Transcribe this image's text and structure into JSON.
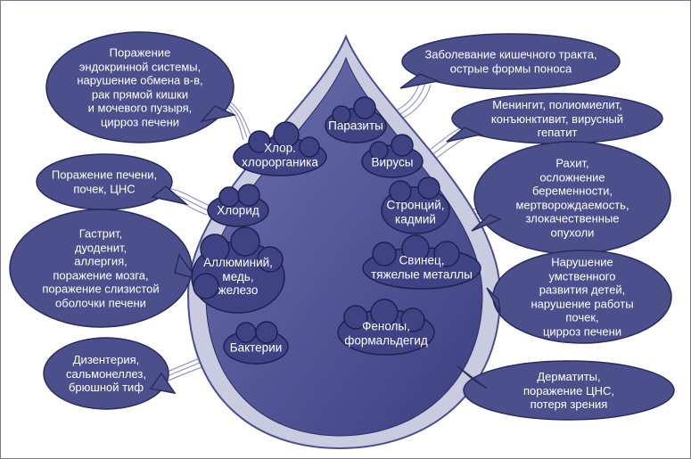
{
  "contaminants": [
    {
      "id": "parasites",
      "text": "Паразиты"
    },
    {
      "id": "chlor-org",
      "text": "Хлор.\nхлорорганика"
    },
    {
      "id": "viruses",
      "text": "Вирусы"
    },
    {
      "id": "chloride",
      "text": "Хлорид"
    },
    {
      "id": "strontium",
      "text": "Стронций,\nкадмий"
    },
    {
      "id": "aluminium",
      "text": "Аллюминий,\nмедь,\nжелезо"
    },
    {
      "id": "lead",
      "text": "Свинец,\nтяжелые металлы"
    },
    {
      "id": "phenols",
      "text": "Фенолы,\nформальдегид"
    },
    {
      "id": "bacteria",
      "text": "Бактерии"
    }
  ],
  "effects": [
    {
      "id": "endocrine",
      "text": "Поражение\nэндокринной системы,\nнарушение обмена в-в,\nрак прямой кишки\nи мочевого пузыря,\nцирроз печени"
    },
    {
      "id": "liver-ns",
      "text": "Поражение печени,\nпочек, ЦНС"
    },
    {
      "id": "gastritis",
      "text": "Гастрит,\nдуоденит,\nаллергия,\nпоражение мозга,\nпоражение слизистой\nоболочки печени"
    },
    {
      "id": "dysentery",
      "text": "Дизентерия,\nсальмонеллез,\nбрюшной тиф"
    },
    {
      "id": "intestinal",
      "text": "Заболевание кишечного тракта,\nострые формы поноса"
    },
    {
      "id": "meningitis",
      "text": "Менингит, полиомиелит,\nконъюнктивит, вирусный гепатит"
    },
    {
      "id": "rickets",
      "text": "Рахит,\nосложнение беременности,\nмертворождаемость,\nзлокачественные\nопухоли"
    },
    {
      "id": "development",
      "text": "Нарушение\nумственного\nразвития детей,\nнарушение работы почек,\nцирроз печени"
    },
    {
      "id": "dermatitis",
      "text": "Дерматиты, поражение ЦНС,\nпотеря зрения"
    }
  ],
  "colors": {
    "bubble": "#4b4f8c",
    "bubble_edge": "#2a2c5c",
    "drop_outer": "#c9cbe0",
    "drop_inner": "#4a4e8e",
    "link_line": "#8a8fc4",
    "text": "#ffffff"
  }
}
